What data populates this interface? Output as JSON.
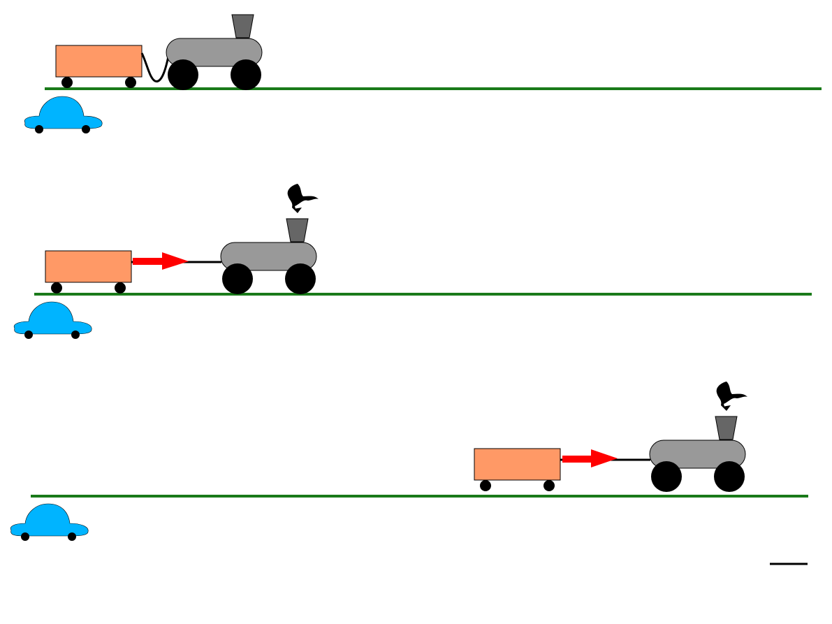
{
  "scene": {
    "panels": [
      {
        "id": "panel-1",
        "state": "slack-coupling",
        "coupling": "slack-cable",
        "smoke": false,
        "force_arrow": false
      },
      {
        "id": "panel-2",
        "state": "taut-coupling-pulling",
        "coupling": "taut-rod",
        "smoke": true,
        "force_arrow": true
      },
      {
        "id": "panel-3",
        "state": "taut-coupling-moved-right",
        "coupling": "taut-rod",
        "smoke": true,
        "force_arrow": true
      }
    ]
  },
  "colors": {
    "background": "#ffffff",
    "track": "#1a7a1a",
    "wagon_body": "#ff9966",
    "locomotive_body": "#999999",
    "chimney": "#666666",
    "wheels": "#000000",
    "force_arrow": "#ff0000",
    "observer_car": "#00b4ff",
    "smoke": "#000000"
  },
  "icons": {
    "observer": "car-icon",
    "locomotive": "locomotive-icon",
    "wagon": "wagon-icon",
    "smoke": "smoke-puff-icon",
    "force": "arrow-right-icon"
  }
}
